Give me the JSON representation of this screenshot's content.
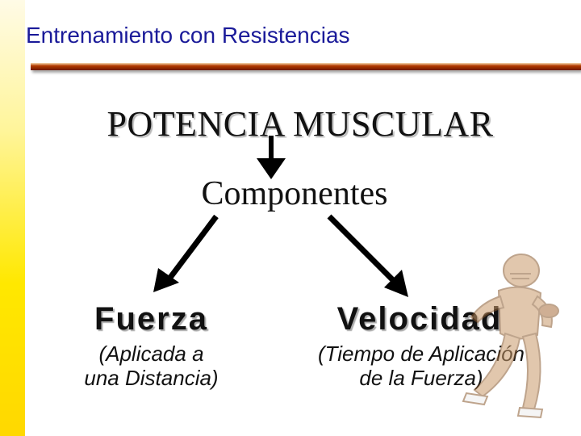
{
  "slide": {
    "title": "Entrenamiento con Resistencias"
  },
  "diagram": {
    "main_concept": "POTENCIA MUSCULAR",
    "connector_label": "Componentes",
    "left": {
      "title": "Fuerza",
      "subtitle_line1": "(Aplicada a",
      "subtitle_line2": "una Distancia)"
    },
    "right": {
      "title": "Velocidad",
      "subtitle_line1": "(Tiempo de Aplicación",
      "subtitle_line2": "de la Fuerza)"
    }
  },
  "decor": {
    "accent_bar_color": "#ffe800",
    "title_color": "#1a1a99",
    "rule_color": "#b23a00",
    "image": "football-player-illustration"
  }
}
